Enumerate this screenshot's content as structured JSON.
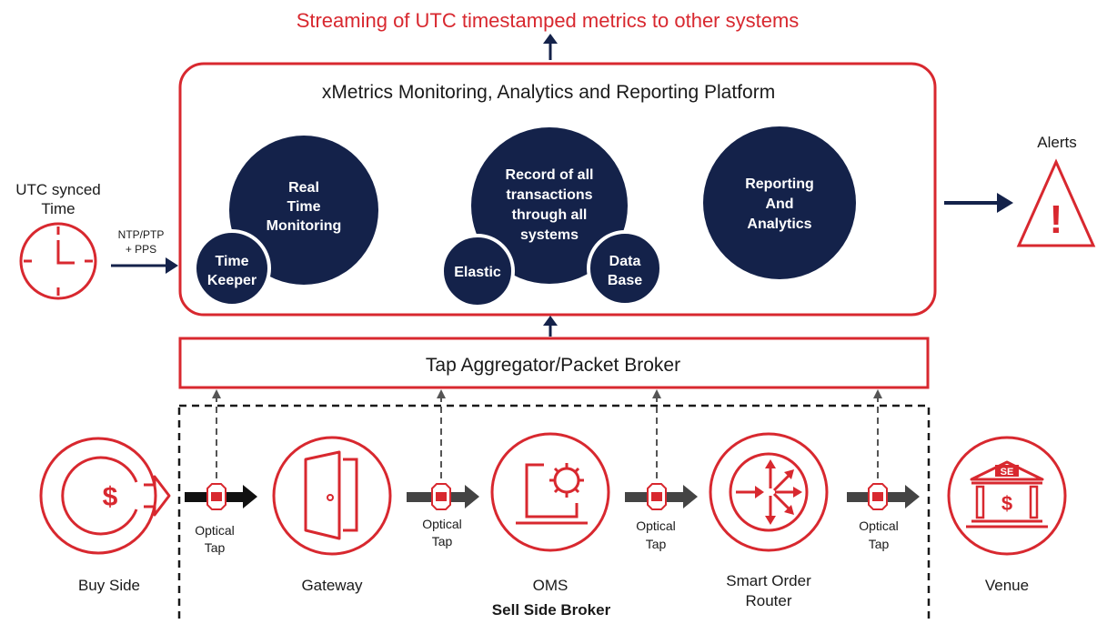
{
  "header": {
    "streaming_title": "Streaming of UTC timestamped metrics to other systems"
  },
  "platform": {
    "title": "xMetrics Monitoring, Analytics and Reporting Platform",
    "circles": {
      "real_time": [
        "Real",
        "Time",
        "Monitoring"
      ],
      "time_keeper": [
        "Time",
        "Keeper"
      ],
      "record": [
        "Record of all",
        "transactions",
        "through all",
        "systems"
      ],
      "elastic": [
        "Elastic"
      ],
      "database": [
        "Data",
        "Base"
      ],
      "reporting": [
        "Reporting",
        "And",
        "Analytics"
      ]
    }
  },
  "time_source": {
    "label": [
      "UTC synced",
      "Time"
    ],
    "protocol": [
      "NTP/PTP",
      "+ PPS"
    ]
  },
  "alerts": {
    "label": "Alerts",
    "symbol": "!"
  },
  "aggregator": {
    "label": "Tap Aggregator/Packet Broker"
  },
  "flow": {
    "buy_side": "Buy Side",
    "gateway": "Gateway",
    "oms": "OMS",
    "smart_order_router": [
      "Smart Order",
      "Router"
    ],
    "venue": "Venue",
    "venue_badge": "SE",
    "currency_symbol": "$",
    "optical_tap": [
      "Optical",
      "Tap"
    ],
    "broker_group": "Sell Side Broker"
  },
  "colors": {
    "accent_red": "#d8282f",
    "navy": "#14224a",
    "arrow_gray": "#3a3a3a"
  }
}
